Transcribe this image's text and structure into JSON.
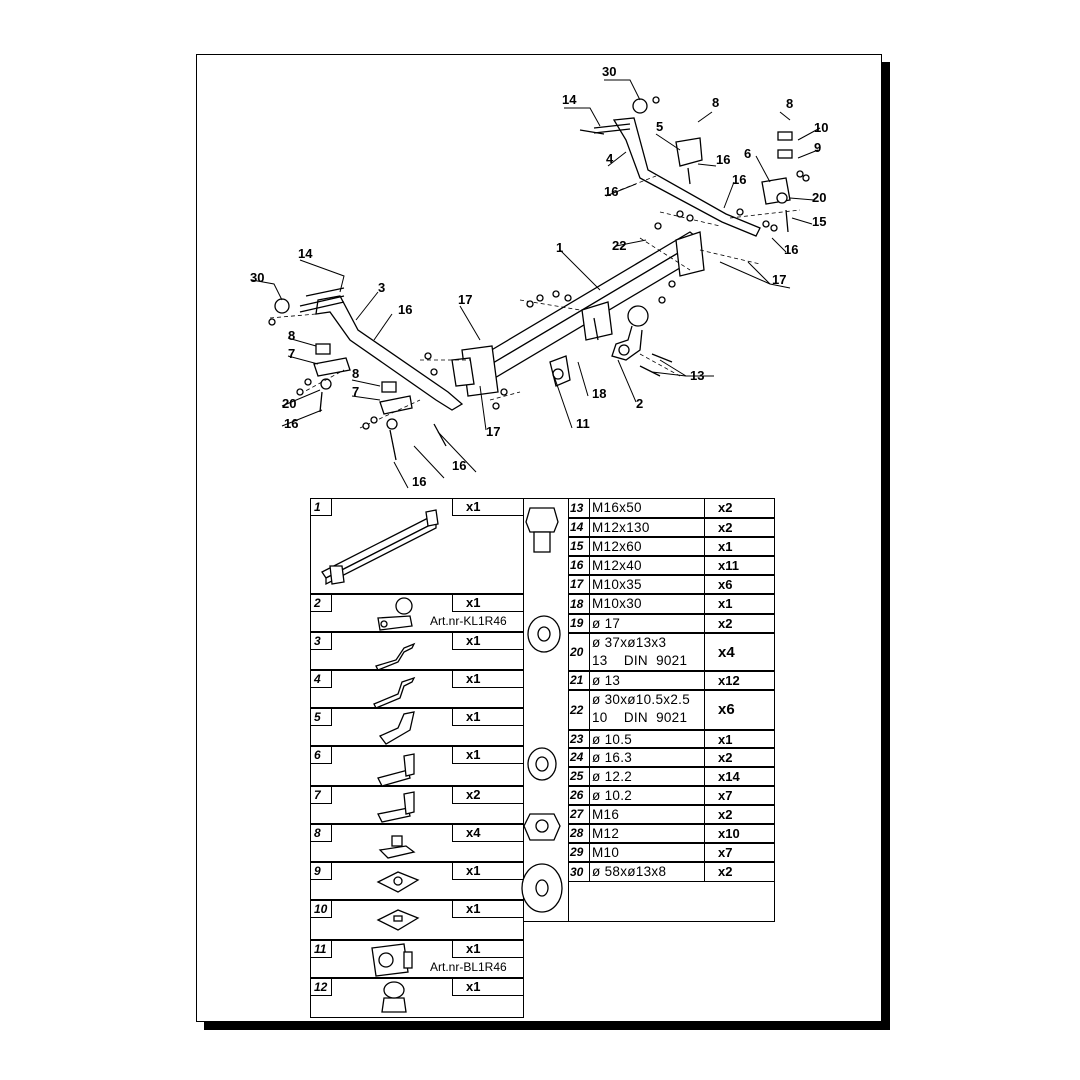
{
  "callouts": [
    "30",
    "14",
    "8",
    "5",
    "4",
    "16",
    "16",
    "8",
    "10",
    "9",
    "6",
    "20",
    "15",
    "16",
    "16",
    "22",
    "17",
    "1",
    "14",
    "30",
    "3",
    "16",
    "17",
    "8",
    "7",
    "20",
    "16",
    "8",
    "7",
    "16",
    "16",
    "17",
    "18",
    "11",
    "2",
    "13"
  ],
  "left_items": [
    {
      "num": "1",
      "qty": "x1",
      "art": ""
    },
    {
      "num": "2",
      "qty": "x1",
      "art": "Art.nr-KL1R46"
    },
    {
      "num": "3",
      "qty": "x1",
      "art": ""
    },
    {
      "num": "4",
      "qty": "x1",
      "art": ""
    },
    {
      "num": "5",
      "qty": "x1",
      "art": ""
    },
    {
      "num": "6",
      "qty": "x1",
      "art": ""
    },
    {
      "num": "7",
      "qty": "x2",
      "art": ""
    },
    {
      "num": "8",
      "qty": "x4",
      "art": ""
    },
    {
      "num": "9",
      "qty": "x1",
      "art": ""
    },
    {
      "num": "10",
      "qty": "x1",
      "art": ""
    },
    {
      "num": "11",
      "qty": "x1",
      "art": "Art.nr-BL1R46"
    },
    {
      "num": "12",
      "qty": "x1",
      "art": ""
    }
  ],
  "right_items": [
    {
      "num": "13",
      "desc": "M16x50",
      "qty": "x2"
    },
    {
      "num": "14",
      "desc": "M12x130",
      "qty": "x2"
    },
    {
      "num": "15",
      "desc": "M12x60",
      "qty": "x1"
    },
    {
      "num": "16",
      "desc": "M12x40",
      "qty": "x11"
    },
    {
      "num": "17",
      "desc": "M10x35",
      "qty": "x6"
    },
    {
      "num": "18",
      "desc": "M10x30",
      "qty": "x1"
    },
    {
      "num": "19",
      "desc": "ø 17",
      "qty": "x2"
    },
    {
      "num": "20",
      "desc": "ø 37xø13x3\n13    DIN  9021",
      "qty": "x4"
    },
    {
      "num": "21",
      "desc": "ø 13",
      "qty": "x12"
    },
    {
      "num": "22",
      "desc": "ø 30xø10.5x2.5\n10    DIN  9021",
      "qty": "x6"
    },
    {
      "num": "23",
      "desc": "ø 10.5",
      "qty": "x1"
    },
    {
      "num": "24",
      "desc": "ø 16.3",
      "qty": "x2"
    },
    {
      "num": "25",
      "desc": "ø 12.2",
      "qty": "x14"
    },
    {
      "num": "26",
      "desc": "ø 10.2",
      "qty": "x7"
    },
    {
      "num": "27",
      "desc": "M16",
      "qty": "x2"
    },
    {
      "num": "28",
      "desc": "M12",
      "qty": "x10"
    },
    {
      "num": "29",
      "desc": "M10",
      "qty": "x7"
    },
    {
      "num": "30",
      "desc": "ø 58xø13x8",
      "qty": "x2"
    }
  ]
}
